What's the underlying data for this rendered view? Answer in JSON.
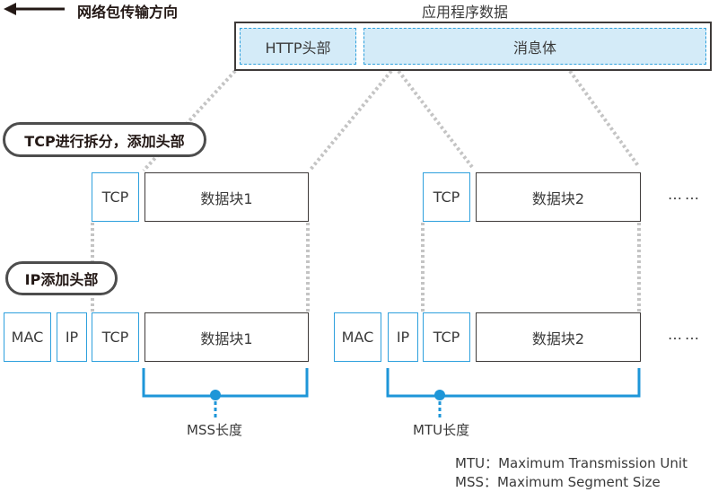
{
  "direction": {
    "label": "网络包传输方向",
    "arrow_icon": "left-arrow-icon"
  },
  "app_data": {
    "title": "应用程序数据",
    "http_header": "HTTP头部",
    "body": "消息体"
  },
  "steps": {
    "tcp_split": "TCP进行拆分，添加头部",
    "ip_add": "IP添加头部"
  },
  "tcp_row": {
    "segments": [
      {
        "tcp": "TCP",
        "data": "数据块1"
      },
      {
        "tcp": "TCP",
        "data": "数据块2"
      }
    ],
    "ellipsis": "……"
  },
  "ip_row": {
    "packets": [
      {
        "mac": "MAC",
        "ip": "IP",
        "tcp": "TCP",
        "data": "数据块1"
      },
      {
        "mac": "MAC",
        "ip": "IP",
        "tcp": "TCP",
        "data": "数据块2"
      }
    ],
    "ellipsis": "……"
  },
  "measures": {
    "mss": "MSS长度",
    "mtu": "MTU长度"
  },
  "legend": {
    "mtu": "MTU：Maximum Transmission Unit",
    "mss": "MSS：Maximum Segment Size"
  },
  "colors": {
    "accent_blue": "#2ea0dd",
    "header_fill": "#d4ebf8",
    "dotted_gray": "#c9c9c9",
    "outline_dark": "#3e3a39"
  }
}
